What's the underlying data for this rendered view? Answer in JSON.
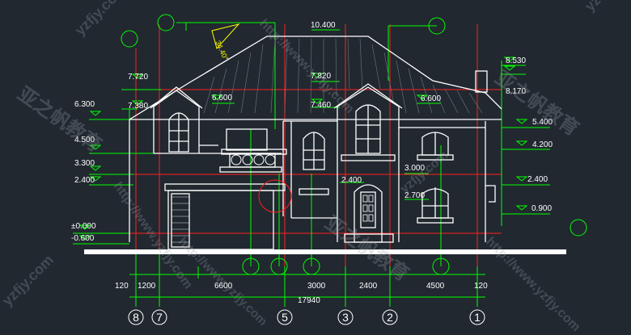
{
  "elevation_marks_left": [
    "7.720",
    "7.380",
    "6.300",
    "4.500",
    "3.300",
    "2.400",
    "±0.000",
    "-0.600"
  ],
  "elevation_marks_right": [
    "8.530",
    "8.170",
    "5.400",
    "4.200",
    "2.400",
    "0.900"
  ],
  "elevation_marks_inner": [
    "10.400",
    "7.820",
    "7.460",
    "6.600",
    "6.600",
    "3.000",
    "2.700",
    "2.400"
  ],
  "roof_slope": "34.40°",
  "dim_segments": [
    "120",
    "1200",
    "6600",
    "3000",
    "2400",
    "4500",
    "120"
  ],
  "dim_total": "17940",
  "axes": [
    "8",
    "7",
    "5",
    "3",
    "2",
    "1"
  ],
  "watermark": [
    "yzfjy.com",
    "http://www.yzfjy.com",
    "亚之帆教育"
  ],
  "colors": {
    "bg": "#212830",
    "green": "#00ff00",
    "red": "#ff2020",
    "white": "#ffffff",
    "yellow": "#ffff00"
  }
}
